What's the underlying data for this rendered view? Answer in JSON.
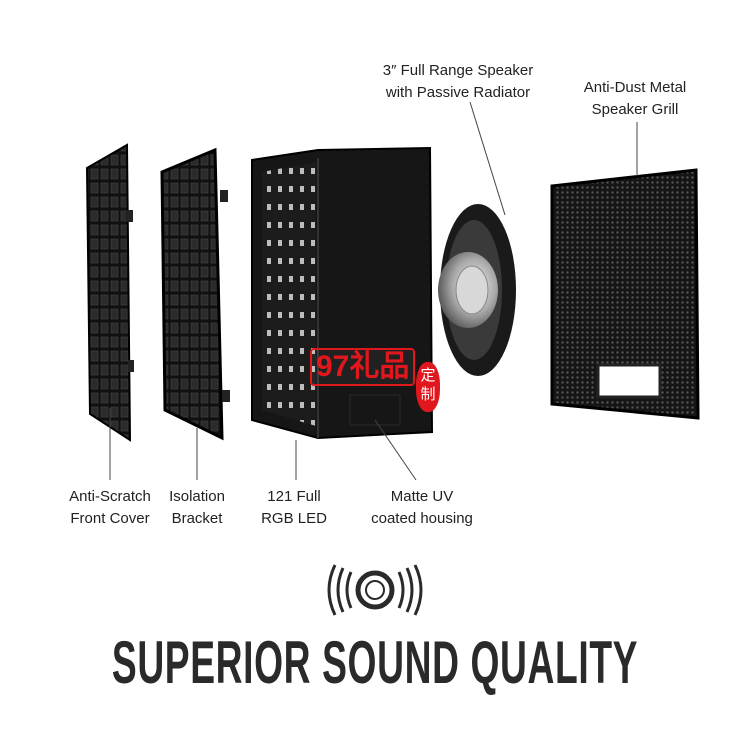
{
  "labels": {
    "speaker": [
      "3″ Full Range Speaker",
      "with Passive Radiator"
    ],
    "grill": [
      "Anti-Dust Metal",
      "Speaker Grill"
    ],
    "front_cover": [
      "Anti-Scratch",
      "Front Cover"
    ],
    "bracket": [
      "Isolation",
      "Bracket"
    ],
    "led": [
      "121 Full",
      "RGB LED"
    ],
    "housing": [
      "Matte UV",
      "coated housing"
    ]
  },
  "title": "SUPERIOR SOUND QUALITY",
  "watermark": {
    "text": "97礼品",
    "seal": "定制"
  },
  "colors": {
    "panel": "#1a1a1a",
    "text": "#222222",
    "watermark": "#e0181e"
  }
}
